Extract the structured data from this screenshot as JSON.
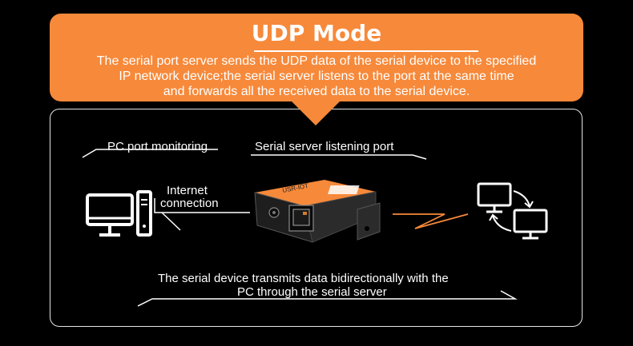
{
  "header": {
    "title": "UDP Mode",
    "description_lines": [
      "The serial port server sends the UDP data of the serial device to the specified",
      "IP network device;the serial server listens to the port at the same time",
      "and forwards all the received data to the serial device."
    ]
  },
  "labels": {
    "pc_port": "PC port monitoring",
    "server_port": "Serial server listening port",
    "internet_line1": "Internet",
    "internet_line2": "connection",
    "bottom_line1": "The serial device transmits data bidirectionally with the",
    "bottom_line2": "PC through the serial server"
  },
  "device": {
    "brand": "USR-IOT",
    "color": "#f7893a"
  },
  "icons": [
    "desktop-pc-icon",
    "serial-server-device",
    "monitor-sync-icon"
  ],
  "colors": {
    "accent": "#f7893a",
    "background": "#000000",
    "line": "#ffffff"
  }
}
